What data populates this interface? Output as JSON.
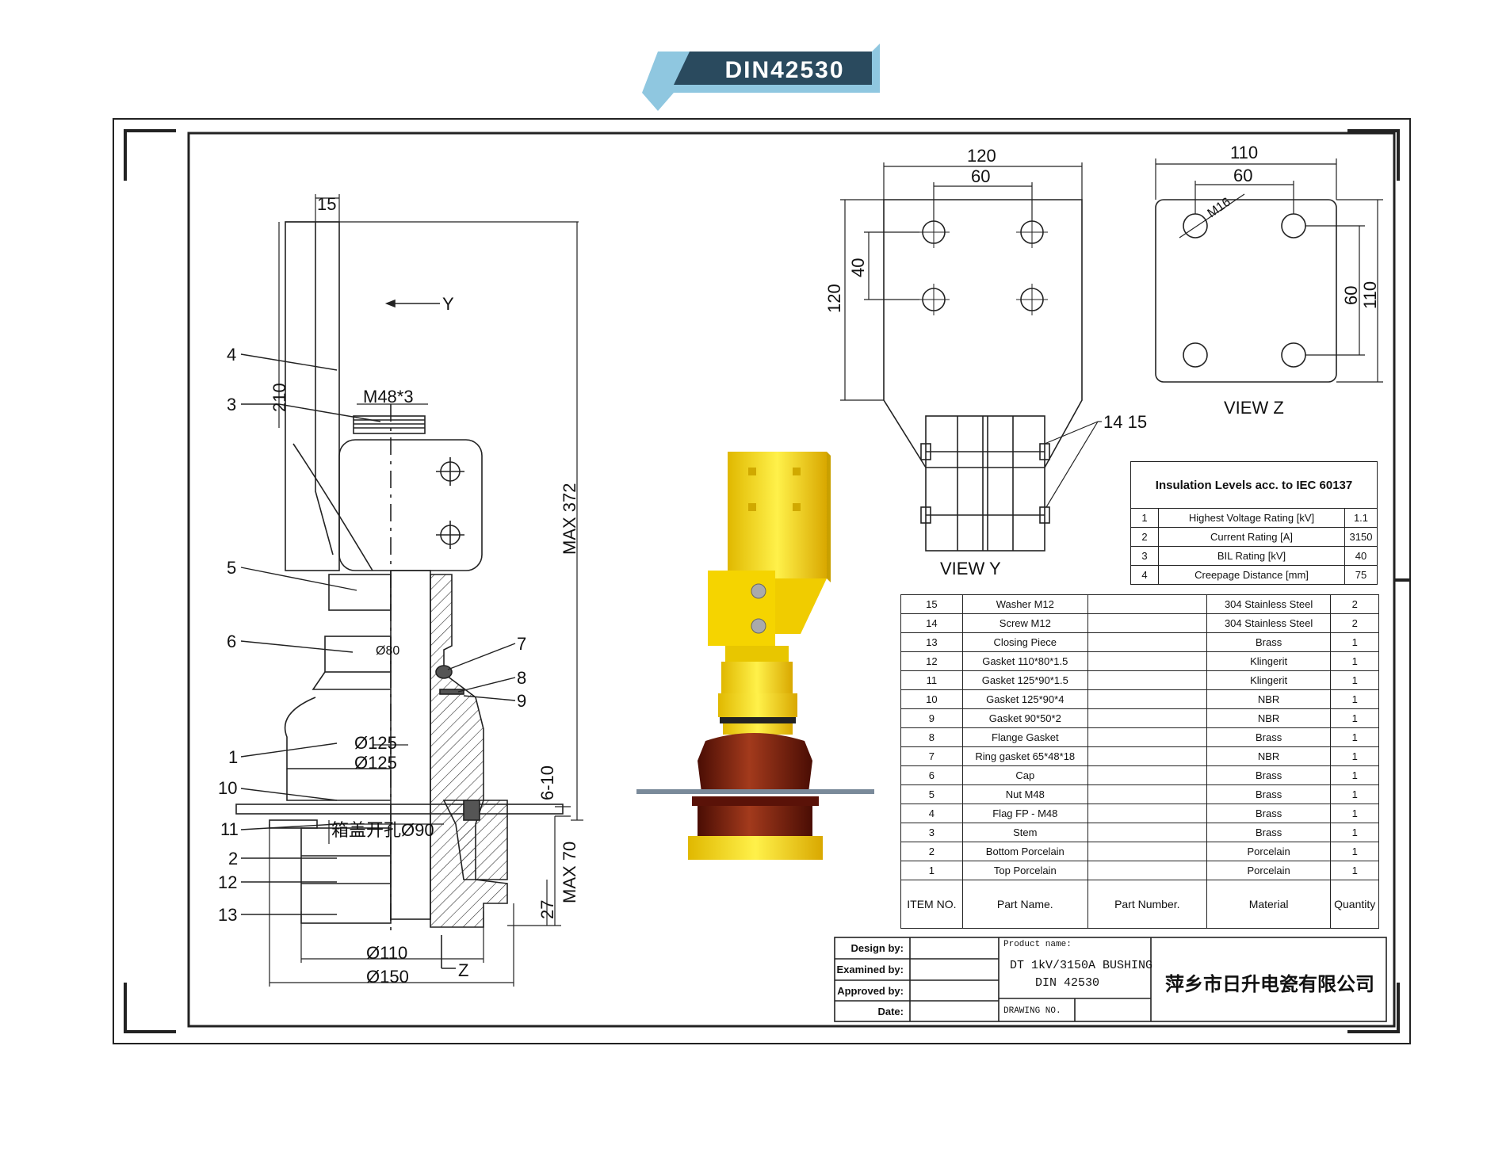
{
  "banner": {
    "title": "DIN42530"
  },
  "section": {
    "dims": {
      "d15": "15",
      "d210": "210",
      "thread": "M48*3",
      "max372": "MAX 372",
      "d80": "Ø80",
      "d125a": "Ø125",
      "d125b": "Ø125",
      "cover_hole": "箱盖开孔Ø90",
      "d610": "6-10",
      "max70": "MAX 70",
      "d27": "27",
      "d110": "Ø110",
      "d150": "Ø150"
    },
    "view_y_arrow": "Y",
    "view_z_arrow": "Z",
    "leaders_left": [
      "4",
      "3",
      "5",
      "6",
      "1",
      "10",
      "11",
      "2",
      "12",
      "13"
    ],
    "leaders_right": [
      "7",
      "8",
      "9"
    ]
  },
  "view_y": {
    "title": "VIEW Y",
    "dims": {
      "w120": "120",
      "w60": "60",
      "h120": "120",
      "h40": "40"
    },
    "callout": "14 15"
  },
  "view_z": {
    "title": "VIEW Z",
    "dims": {
      "w110": "110",
      "w60": "60",
      "h60": "60",
      "h110": "110",
      "hole": "M16"
    }
  },
  "insulation": {
    "title": "Insulation Levels acc. to IEC 60137",
    "rows": [
      {
        "no": "1",
        "name": "Highest Voltage Rating [kV]",
        "value": "1.1"
      },
      {
        "no": "2",
        "name": "Current Rating [A]",
        "value": "3150"
      },
      {
        "no": "3",
        "name": "BIL Rating [kV]",
        "value": "40"
      },
      {
        "no": "4",
        "name": "Creepage Distance [mm]",
        "value": "75"
      }
    ]
  },
  "parts": {
    "headers": {
      "item": "ITEM NO.",
      "name": "Part Name.",
      "number": "Part Number.",
      "material": "Material",
      "qty": "Quantity"
    },
    "rows": [
      {
        "no": "15",
        "name": "Washer M12",
        "number": "",
        "material": "304 Stainless Steel",
        "qty": "2"
      },
      {
        "no": "14",
        "name": "Screw M12",
        "number": "",
        "material": "304 Stainless Steel",
        "qty": "2"
      },
      {
        "no": "13",
        "name": "Closing Piece",
        "number": "",
        "material": "Brass",
        "qty": "1"
      },
      {
        "no": "12",
        "name": "Gasket 110*80*1.5",
        "number": "",
        "material": "Klingerit",
        "qty": "1"
      },
      {
        "no": "11",
        "name": "Gasket 125*90*1.5",
        "number": "",
        "material": "Klingerit",
        "qty": "1"
      },
      {
        "no": "10",
        "name": "Gasket 125*90*4",
        "number": "",
        "material": "NBR",
        "qty": "1"
      },
      {
        "no": "9",
        "name": "Gasket 90*50*2",
        "number": "",
        "material": "NBR",
        "qty": "1"
      },
      {
        "no": "8",
        "name": "Flange Gasket",
        "number": "",
        "material": "Brass",
        "qty": "1"
      },
      {
        "no": "7",
        "name": "Ring gasket 65*48*18",
        "number": "",
        "material": "NBR",
        "qty": "1"
      },
      {
        "no": "6",
        "name": "Cap",
        "number": "",
        "material": "Brass",
        "qty": "1"
      },
      {
        "no": "5",
        "name": "Nut M48",
        "number": "",
        "material": "Brass",
        "qty": "1"
      },
      {
        "no": "4",
        "name": "Flag FP - M48",
        "number": "",
        "material": "Brass",
        "qty": "1"
      },
      {
        "no": "3",
        "name": "Stem",
        "number": "",
        "material": "Brass",
        "qty": "1"
      },
      {
        "no": "2",
        "name": "Bottom Porcelain",
        "number": "",
        "material": "Porcelain",
        "qty": "1"
      },
      {
        "no": "1",
        "name": "Top Porcelain",
        "number": "",
        "material": "Porcelain",
        "qty": "1"
      }
    ]
  },
  "title_block": {
    "design_by": "Design by:",
    "examined_by": "Examined by:",
    "approved_by": "Approved by:",
    "date": "Date:",
    "product_name_label": "Product name:",
    "product_line1": "DT 1kV/3150A BUSHING",
    "product_line2": "DIN 42530",
    "drawing_no_label": "DRAWING NO.",
    "company": "萍乡市日升电瓷有限公司"
  },
  "colors": {
    "banner_dark": "#2a4a5e",
    "banner_light": "#8fc7e0",
    "brass_yellow": "#f5d400",
    "porcelain_brown": "#7a1f0e"
  }
}
